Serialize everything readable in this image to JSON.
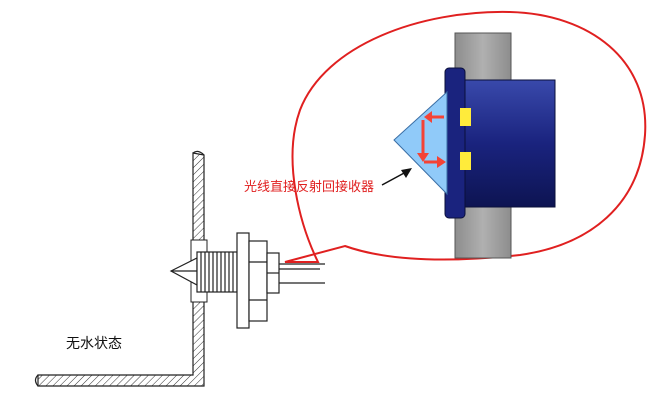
{
  "labels": {
    "no_water_state": "无水状态",
    "callout": "光线直接反射回接收器"
  },
  "colors": {
    "callout_text": "#e02020",
    "bubble_outline": "#e02020",
    "sensor_body": "#1a237e",
    "sensor_face": "#283593",
    "prism": "#90caf9",
    "emitter_pads": "#ffeb3b",
    "light_arrows": "#f44336",
    "wall": "#9e9e9e",
    "line_art": "#222222"
  },
  "icons": [
    "float-level-sensor-drawing",
    "prism-icon",
    "light-arrow-icon"
  ]
}
